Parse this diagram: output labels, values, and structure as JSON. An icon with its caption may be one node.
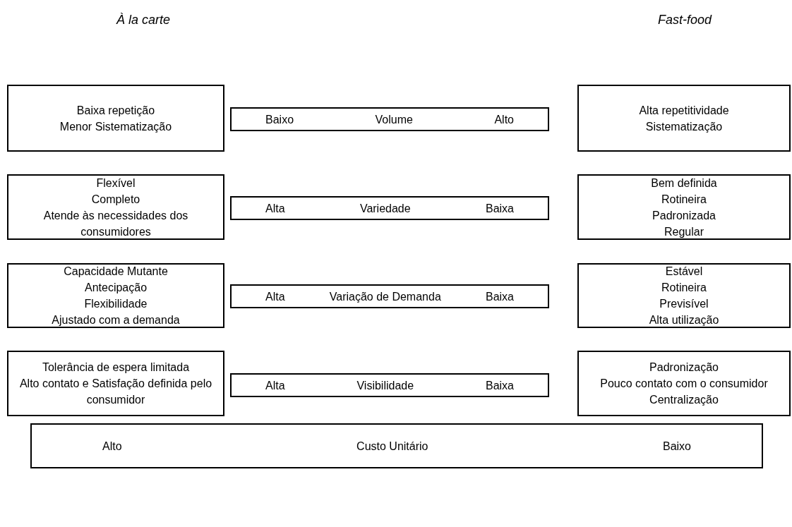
{
  "diagram": {
    "nodes": [
      {
        "text": [
          "Baixa repetição",
          "Menor Sistematização"
        ]
      },
      {
        "text": [
          "Baixo",
          "Volume",
          "Alto"
        ]
      },
      {
        "text": [
          "Alta repetitividade",
          "Sistematização"
        ]
      },
      {
        "text": [
          "Flexível",
          "Completo",
          "Atende às necessidades dos consumidores"
        ]
      },
      {
        "text": [
          "Alta",
          "Variedade",
          "Baixa"
        ]
      },
      {
        "text": [
          "Bem definida",
          "Rotineira",
          "Padronizada",
          "Regular"
        ]
      },
      {
        "text": [
          "Capacidade Mutante",
          "Antecipação",
          "Flexibilidade",
          "Ajustado com a demanda"
        ]
      },
      {
        "text": [
          "Alta",
          "Variação de Demanda",
          "Baixa"
        ]
      },
      {
        "text": [
          "Estável",
          "Rotineira",
          "Previsível",
          "Alta utilização"
        ]
      },
      {
        "text": [
          "Tolerância de espera limitada",
          "Alto contato e Satisfação definida pelo consumidor"
        ]
      },
      {
        "text": [
          "Alta",
          "Visibilidade",
          "Baixa"
        ]
      },
      {
        "text": [
          "Padronização",
          "Pouco contato com o consumidor",
          "Centralização"
        ]
      },
      {
        "text": [
          "Alto",
          "Custo Unitário",
          "Baixo"
        ]
      }
    ],
    "labels": [
      "À la carte",
      "Fast-food"
    ]
  }
}
